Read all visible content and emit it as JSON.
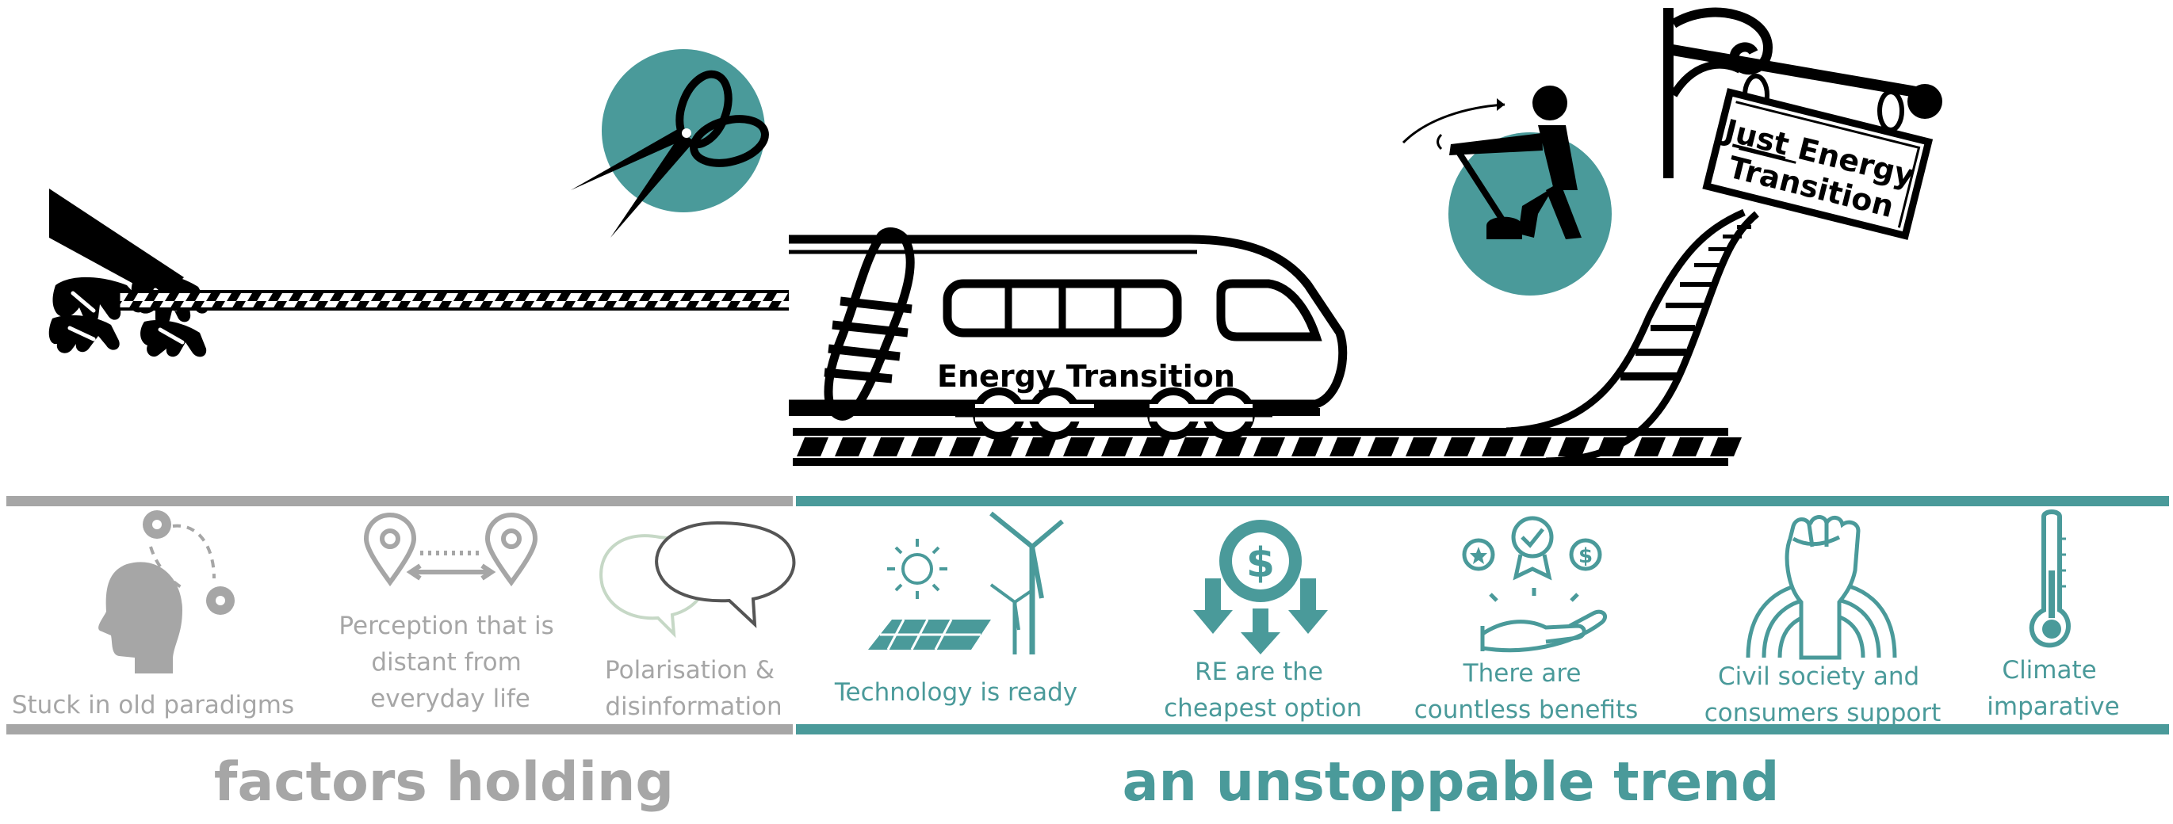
{
  "train": {
    "label": "Energy Transition"
  },
  "sign": {
    "line1_underlined": "Just",
    "line1_rest": " Energy",
    "line2": "Transition"
  },
  "holding": {
    "heading": "factors holding",
    "items": [
      {
        "lines": [
          "Stuck in old paradigms"
        ]
      },
      {
        "lines": [
          "Perception that is",
          "distant from",
          "everyday life"
        ]
      },
      {
        "lines": [
          "Polarisation &",
          "disinformation"
        ]
      }
    ]
  },
  "trend": {
    "heading": "an unstoppable trend",
    "items": [
      {
        "lines": [
          "Technology is ready"
        ]
      },
      {
        "lines": [
          "RE are the",
          "cheapest option"
        ]
      },
      {
        "lines": [
          "There are",
          "countless benefits"
        ]
      },
      {
        "lines": [
          "Civil society and",
          "consumers support"
        ]
      },
      {
        "lines": [
          "Climate",
          "imparative"
        ]
      }
    ]
  },
  "colors": {
    "teal": "#4a9a9a",
    "gray": "#a6a6a6",
    "ink": "#000000"
  },
  "icons": [
    "hands-pulling-icon",
    "rope-icon",
    "scissors-icon",
    "train-icon",
    "lever-person-icon",
    "railway-track-icon",
    "hanging-sign-icon",
    "head-gears-icon",
    "map-pins-icon",
    "speech-bubbles-icon",
    "solar-wind-icon",
    "money-arrows-icon",
    "benefits-hand-icon",
    "raised-fist-icon",
    "thermometer-icon"
  ]
}
